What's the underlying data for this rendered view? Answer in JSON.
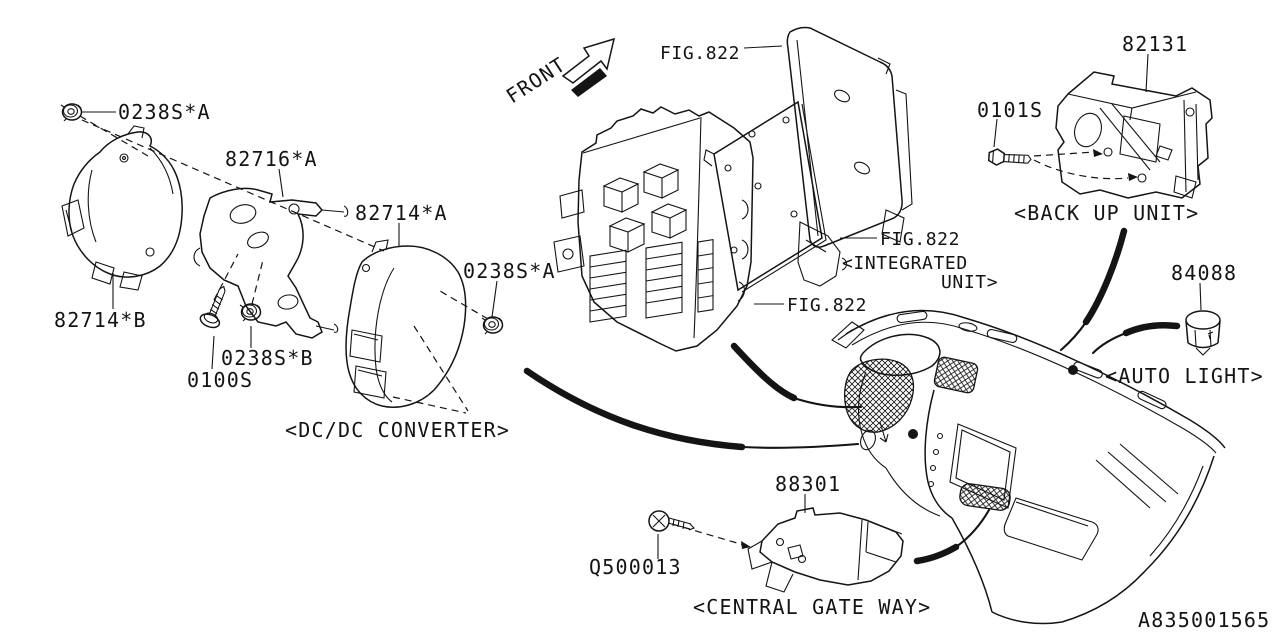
{
  "colors": {
    "ink": "#141414",
    "paper": "#ffffff"
  },
  "orientation": {
    "front_label": "FRONT"
  },
  "parts_left": {
    "nut_top": "0238S*A",
    "bracket": "82716*A",
    "module_a": "82714*A",
    "module_b": "82714*B",
    "screw": "0100S",
    "nut_b": "0238S*B",
    "nut_right": "0238S*A",
    "caption": "<DC/DC CONVERTER>"
  },
  "parts_center": {
    "fig_plate": "FIG.822",
    "fig_unit": "FIG.822",
    "fig_fusebox": "FIG.822",
    "caption_line1": "<INTEGRATED",
    "caption_line2": "UNIT>"
  },
  "parts_right": {
    "backup_part": "82131",
    "backup_screw": "0101S",
    "backup_caption": "<BACK UP UNIT>",
    "autolight_part": "84088",
    "autolight_caption": "<AUTO LIGHT>",
    "gateway_part": "88301",
    "gateway_screw": "Q500013",
    "gateway_caption": "<CENTRAL GATE WAY>"
  },
  "footer": {
    "diagram_id": "A835001565"
  }
}
